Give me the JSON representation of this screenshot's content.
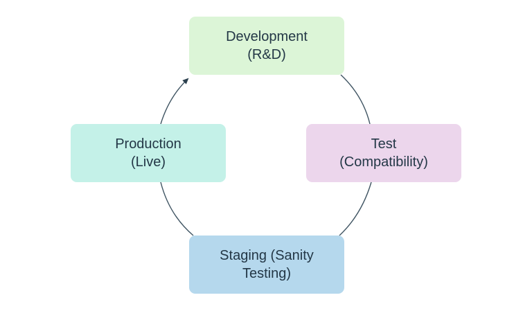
{
  "diagram": {
    "stages": [
      {
        "lines": [
          "Development",
          "(R&D)"
        ],
        "fill": "#dcf5d7"
      },
      {
        "lines": [
          "Test",
          "(Compatibility)"
        ],
        "fill": "#ecd6ec"
      },
      {
        "lines": [
          "Staging (Sanity",
          "Testing)"
        ],
        "fill": "#b5d8ed"
      },
      {
        "lines": [
          "Production",
          "(Live)"
        ],
        "fill": "#c4f1e8"
      }
    ],
    "connector_color": "#3f5462",
    "flow": "clockwise cycle; arrowhead points into Development"
  }
}
